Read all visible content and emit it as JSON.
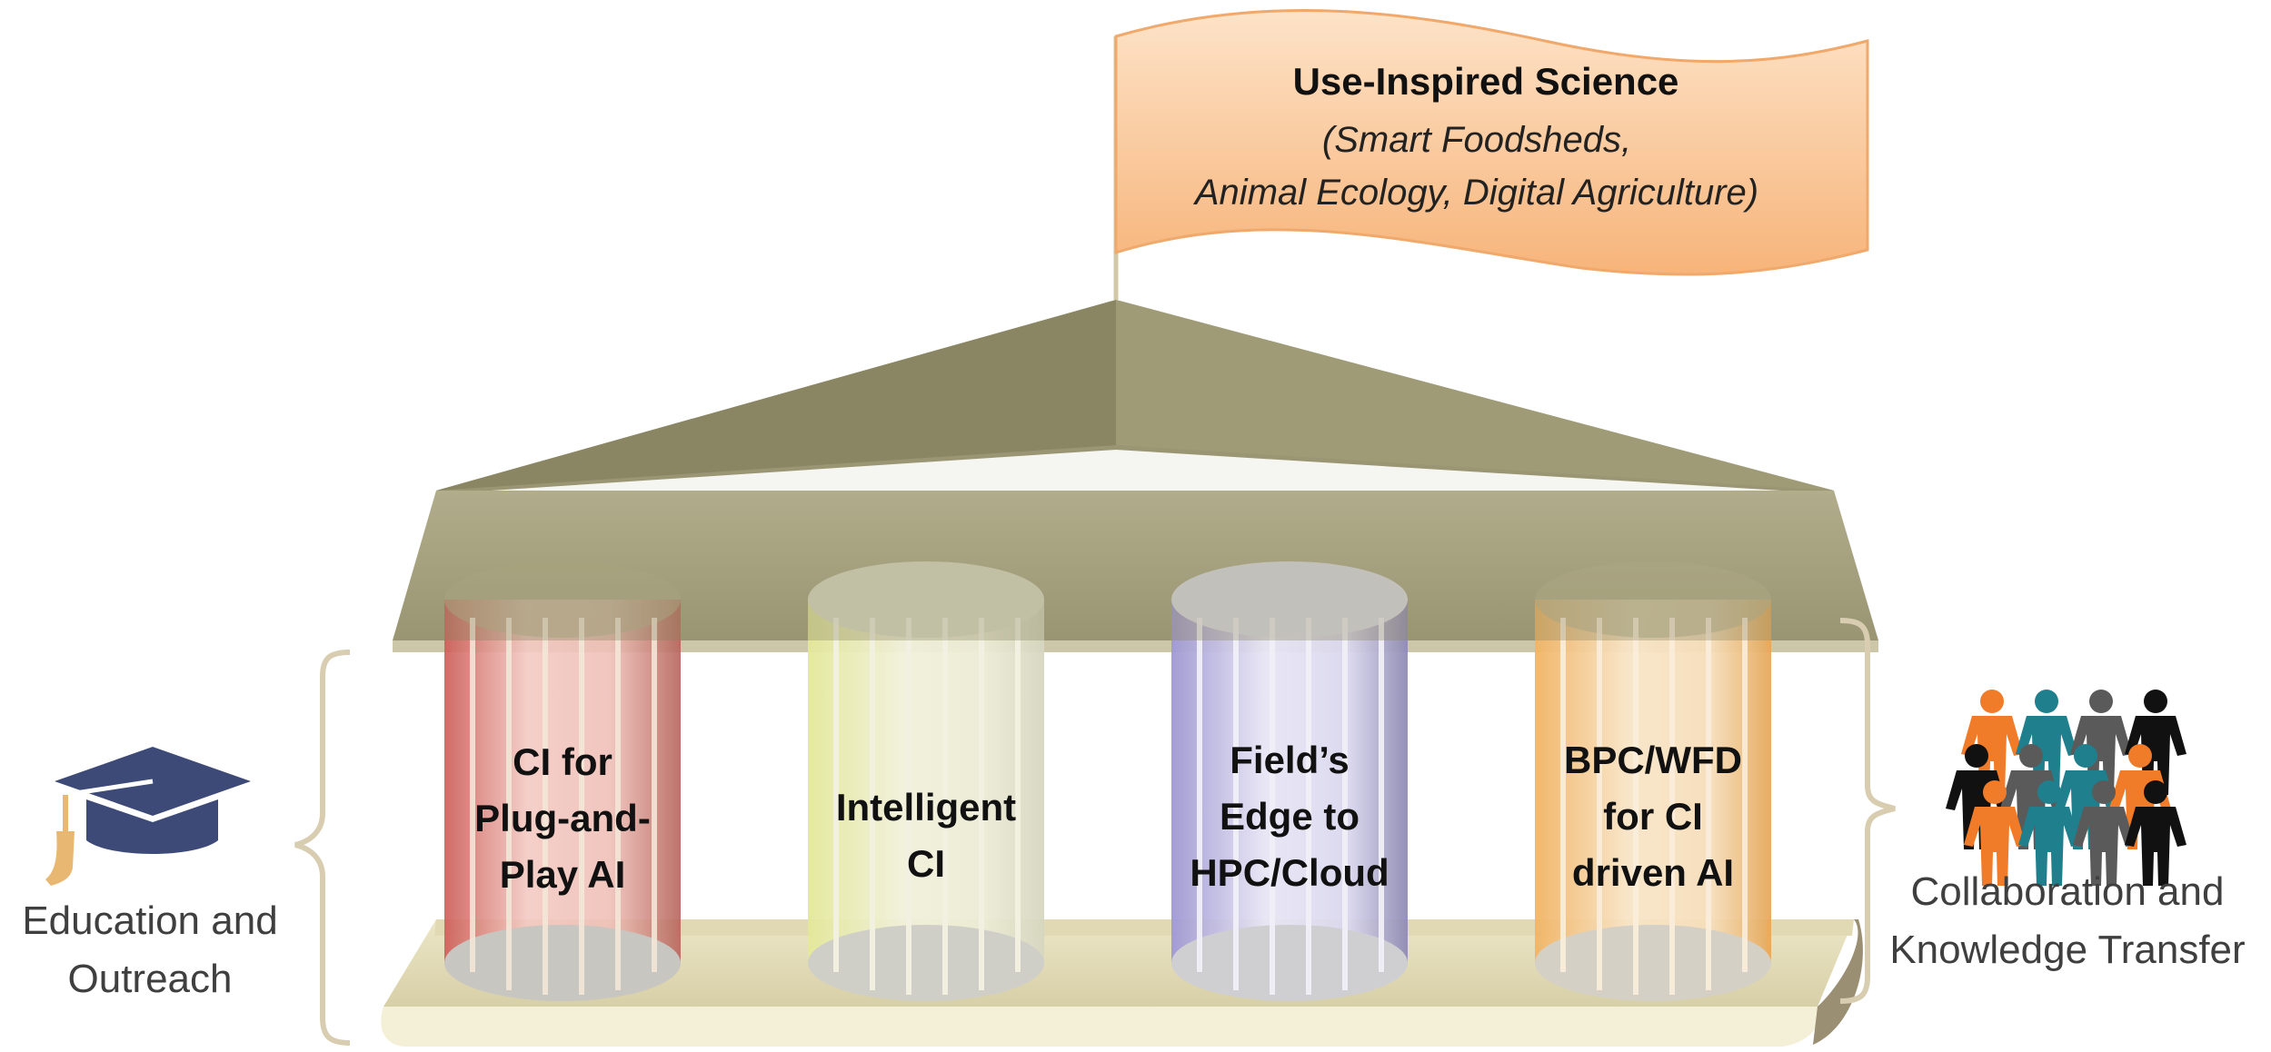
{
  "flag": {
    "title": "Use-Inspired Science",
    "line1": "(Smart Foodsheds,",
    "line2": "Animal Ecology, Digital Agriculture)"
  },
  "pillars": [
    {
      "line1": "CI for",
      "line2": "Plug-and-",
      "line3": "Play AI",
      "color": "#e07a74"
    },
    {
      "line1": "Intelligent",
      "line2": "CI",
      "color": "#e3e8a6"
    },
    {
      "line1": "Field’s",
      "line2": "Edge to",
      "line3": "HPC/Cloud",
      "color": "#a9a2dc"
    },
    {
      "line1": "BPC/WFD",
      "line2": "for CI",
      "line3": "driven AI",
      "color": "#f3bf7a"
    }
  ],
  "left": {
    "line1": "Education and",
    "line2": "Outreach",
    "icon": "graduation-cap-icon"
  },
  "right": {
    "line1": "Collaboration and",
    "line2": "Knowledge Transfer",
    "icon": "people-group-icon"
  },
  "colors": {
    "roof": "#8e8a63",
    "base": "#e7dfb8",
    "flag": "#f8c48d",
    "brace": "#d8cdb0",
    "cap": "#3d4a77",
    "tassel": "#e8b873",
    "people_orange": "#f07b28",
    "people_teal": "#1f7f8c",
    "people_gray": "#5a5a5a",
    "people_black": "#111111"
  }
}
